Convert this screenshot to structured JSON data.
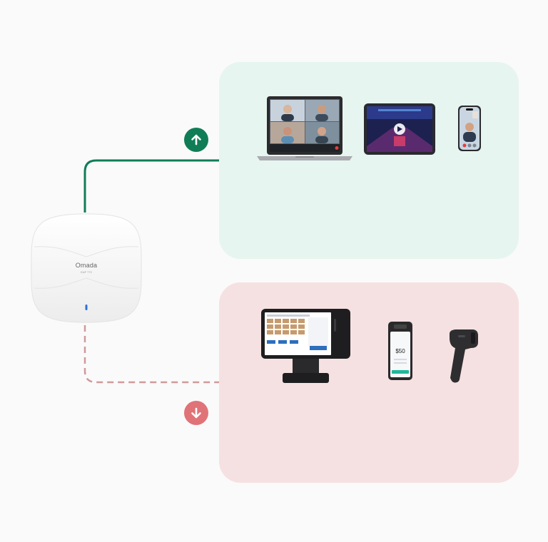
{
  "access_point": {
    "brand": "Omada",
    "model": "EAP 772",
    "led_color": "#2f6fe0",
    "icon": "ceiling-access-point-icon"
  },
  "high_priority": {
    "arrow_icon": "arrow-up-icon",
    "color": "#107d56",
    "panel_color": "#e6f5ef",
    "devices": [
      "laptop-video-call-icon",
      "tablet-video-icon",
      "phone-video-call-icon"
    ]
  },
  "low_priority": {
    "arrow_icon": "arrow-down-icon",
    "color": "#e07377",
    "panel_color": "#f6e1e2",
    "devices": [
      "pos-terminal-icon",
      "payment-terminal-icon",
      "barcode-scanner-icon"
    ],
    "payment_amount": "$50"
  }
}
